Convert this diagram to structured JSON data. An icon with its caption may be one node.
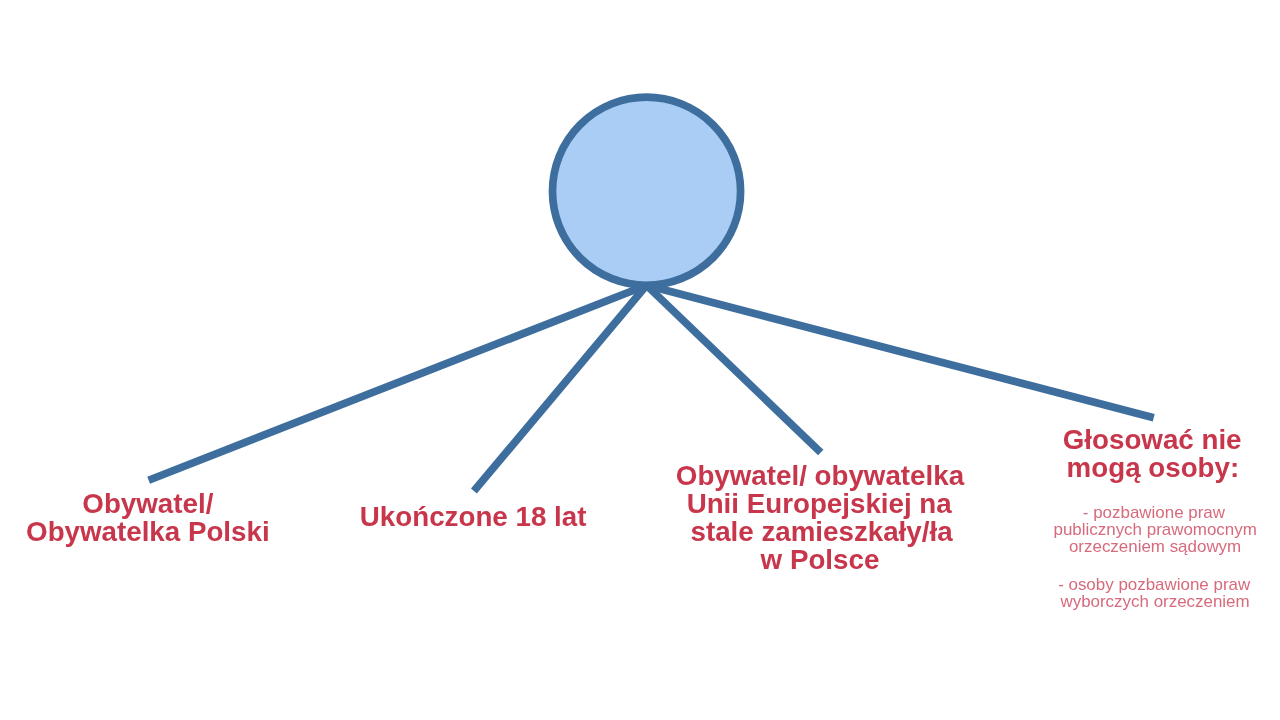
{
  "diagram": {
    "nodes": [
      {
        "text": [],
        "shape": "person"
      },
      {
        "text": [
          "Obywatel/ Obywatelka Polski"
        ]
      },
      {
        "text": [
          "Ukończone 18 lat"
        ]
      },
      {
        "text": [
          "Obywatel/ obywatelka Unii Europejskiej na stale zamieszkały/ła w Polsce"
        ]
      },
      {
        "text": [
          "Głosować nie mogą osoby:",
          "- pozbawione praw publicznych prawomocnym orzeczeniem sądowym",
          "- osoby pozbawione praw wyborczych orzeczeniem"
        ]
      }
    ],
    "edges": [
      {
        "from": 0,
        "to": 1,
        "arrow": "none"
      },
      {
        "from": 0,
        "to": 2,
        "arrow": "none"
      },
      {
        "from": 0,
        "to": 3,
        "arrow": "none"
      },
      {
        "from": 0,
        "to": 4,
        "arrow": "none"
      }
    ]
  }
}
